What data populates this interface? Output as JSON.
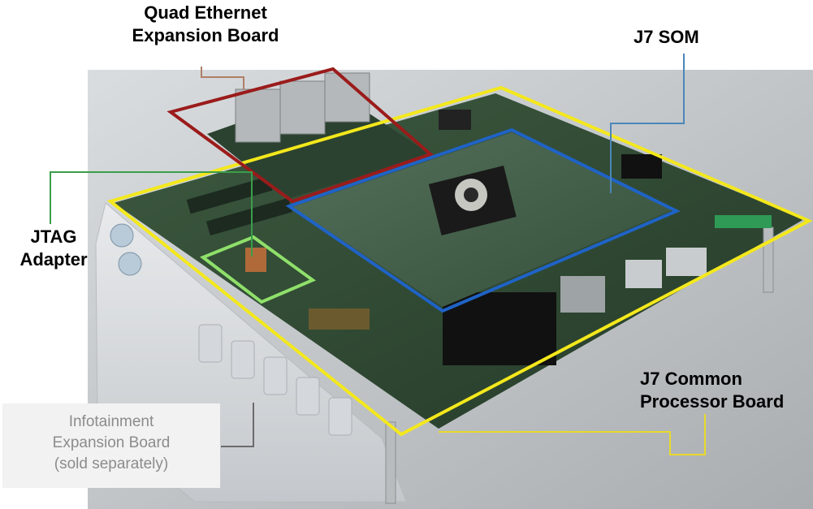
{
  "labels": {
    "quad_ethernet": [
      "Quad Ethernet",
      "Expansion Board"
    ],
    "j7_som": "J7 SOM",
    "jtag": [
      "JTAG",
      "Adapter"
    ],
    "j7_common": [
      "J7 Common",
      "Processor Board"
    ],
    "infotainment": [
      "Infotainment",
      "Expansion  Board",
      "(sold separately)"
    ]
  },
  "colors": {
    "quad_ethernet_outline": "#9b1b1b",
    "j7_som_outline": "#1f63c6",
    "jtag_outline": "#8fe06a",
    "j7_common_outline": "#f4e81c",
    "pcb": "#2f4a33"
  }
}
